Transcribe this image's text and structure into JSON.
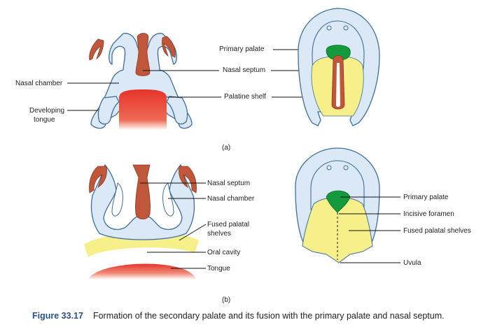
{
  "panel_a": {
    "panel_label": "(a)",
    "left_labels": {
      "nasal_chamber": "Nasal chamber",
      "developing_tongue_line1": "Developing",
      "developing_tongue_line2": "tongue"
    },
    "right_labels": {
      "primary_palate": "Primary palate",
      "nasal_septum": "Nasal septum",
      "palatine_shelf": "Palatine shelf"
    }
  },
  "panel_b": {
    "panel_label": "(b)",
    "left_labels": {
      "nasal_septum": "Nasal septum",
      "nasal_chamber": "Nasal chamber",
      "fused_palatal_shelves_line1": "Fused palatal",
      "fused_palatal_shelves_line2": "shelves",
      "oral_cavity": "Oral cavity",
      "tongue": "Tongue"
    },
    "right_labels": {
      "primary_palate": "Primary palate",
      "incisive_foramen": "Incisive foramen",
      "fused_palatal_shelves": "Fused palatal shelves",
      "uvula": "Uvula"
    }
  },
  "caption": {
    "figure_number": "Figure 33.17",
    "text": "Formation of the secondary palate and its fusion with the primary palate and nasal septum."
  },
  "colors": {
    "light_blue": "#dbe9f6",
    "outline_blue": "#3f6f9a",
    "brown": "#c0573a",
    "red": "#e5332a",
    "yellow": "#f7ef8a",
    "green": "#139a3d"
  }
}
